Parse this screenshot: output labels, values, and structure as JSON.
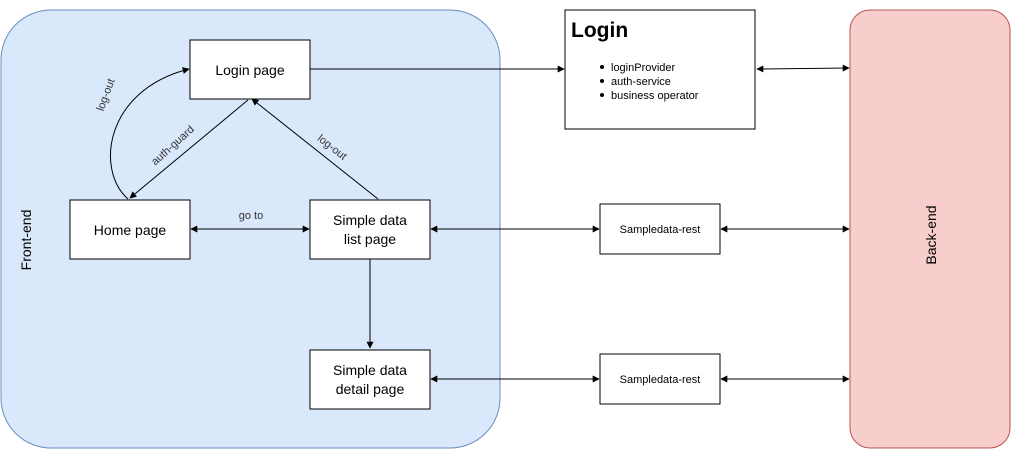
{
  "regions": {
    "frontend": {
      "label": "Front-end",
      "fill": "#dae8fc",
      "stroke": "#6c8ebf"
    },
    "backend": {
      "label": "Back-end",
      "fill": "#f8cecc",
      "stroke": "#b85450"
    }
  },
  "nodes": {
    "login_page": {
      "label": "Login page"
    },
    "home_page": {
      "label": "Home page"
    },
    "list_page": {
      "line1": "Simple data",
      "line2": "list page"
    },
    "detail_page": {
      "line1": "Simple data",
      "line2": "detail page"
    },
    "sampledata_rest_1": {
      "label": "Sampledata-rest"
    },
    "sampledata_rest_2": {
      "label": "Sampledata-rest"
    }
  },
  "login_panel": {
    "title": "Login",
    "items": [
      "loginProvider",
      "auth-service",
      "business operator"
    ]
  },
  "edges": {
    "logout_home": "log-out",
    "auth_guard": "auth-guard",
    "logout_list": "log-out",
    "go_to": "go to"
  }
}
